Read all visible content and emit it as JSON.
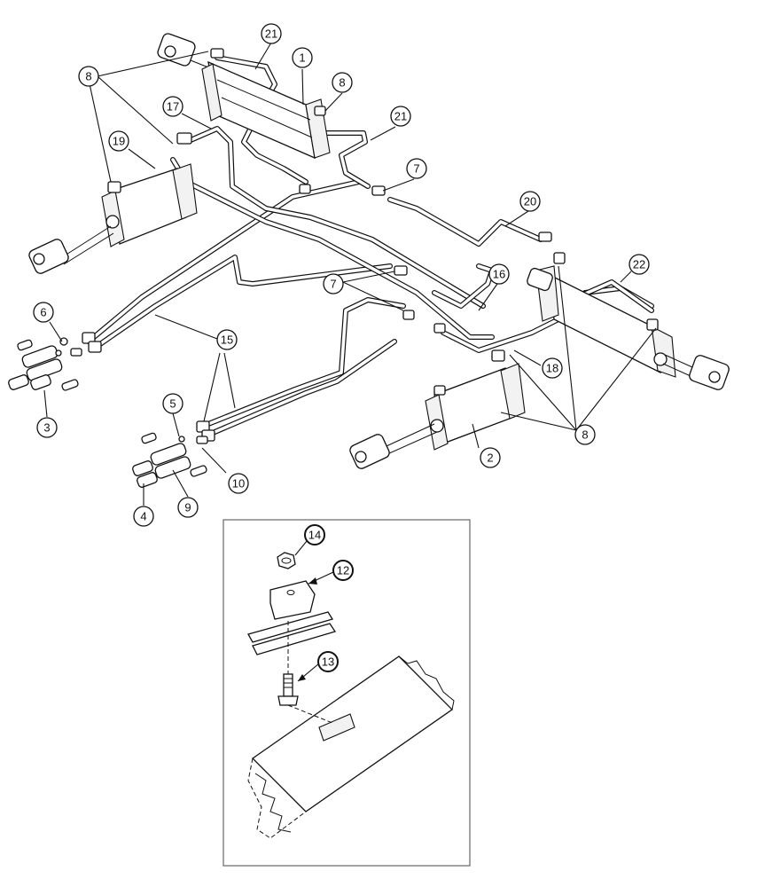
{
  "callouts": {
    "c1": "1",
    "c2": "2",
    "c3": "3",
    "c4": "4",
    "c5": "5",
    "c6": "6",
    "c7a": "7",
    "c7b": "7",
    "c8a": "8",
    "c8b": "8",
    "c8c": "8",
    "c9": "9",
    "c10": "10",
    "c12": "12",
    "c13": "13",
    "c14": "14",
    "c15": "15",
    "c16": "16",
    "c17": "17",
    "c18": "18",
    "c19": "19",
    "c20": "20",
    "c21a": "21",
    "c21b": "21",
    "c22": "22"
  }
}
